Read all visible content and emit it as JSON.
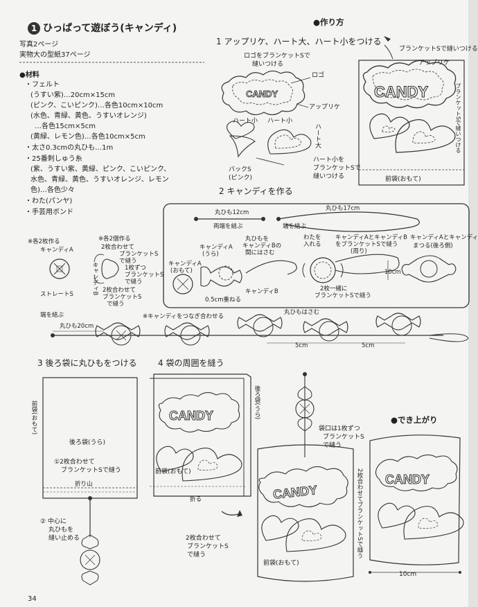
{
  "header": {
    "number": "1",
    "title": "ひっぱって遊ぼう(キャンディ)",
    "photo_ref": "写真2ページ",
    "pattern_ref": "実物大の型紙37ページ"
  },
  "materials": {
    "heading": "●材料",
    "lines": [
      "・フェルト",
      "(うすい紫)…20cm×15cm",
      "(ピンク、こいピンク)…各色10cm×10cm",
      "(水色、青緑、黄色、うすいオレンジ)",
      "…各色15cm×5cm",
      "(黄緑、レモン色)…各色10cm×5cm",
      "・太さ0.3cmの丸ひも…1m",
      "・25番刺しゅう糸",
      "(紫、うすい紫、黄緑、ピンク、こいピンク、",
      "水色、青緑、黄色、うすいオレンジ、レモン",
      "色)…各色少々",
      "・わた(パンヤ)",
      "・手芸用ボンド"
    ]
  },
  "howto": {
    "heading": "●作り方",
    "step1": "1 アップリケ、ハート大、ハート小をつける",
    "step2": "2 キャンディを作る",
    "step3": "3 後ろ袋に丸ひもをつける",
    "step4": "4 袋の周囲を縫う",
    "finish": "●でき上がり"
  },
  "step1_labels": {
    "logo_note_1": "ロゴをブランケットSで",
    "logo_note_2": "縫いつける",
    "logo": "ロゴ",
    "applique": "アップリケ",
    "heart_small_1": "ハート小",
    "heart_small_2": "ハート小",
    "heart_large": "ハート大",
    "back_s": "バックS",
    "back_s_color": "(ピンク)",
    "heart_small_note_1": "ハート小を",
    "heart_small_note_2": "ブランケットSで",
    "heart_small_note_3": "縫いつける",
    "blanket_note": "ブランケットSで縫いつける",
    "applique2": "アップリケ",
    "blanket_vertical": "ブランケットSで縫いつける",
    "front_bag": "前袋(おもて)",
    "logo_text": "CANDY"
  },
  "step2_labels": {
    "cord12": "丸ひも12cm",
    "tie_both": "両端を結ぶ",
    "cord17": "丸ひも17cm",
    "tie_end": "端を結ぶ",
    "candyA_back": "キャンディA",
    "candyA_back_2": "(おもて)",
    "candyA_ura": "キャンディA",
    "candyA_ura_2": "(うら)",
    "cord_between_1": "丸ひもを",
    "cord_between_2": "キャンディBの",
    "cord_between_3": "間にはさむ",
    "overlap": "0.5cm重ねる",
    "candyB": "キャンディB",
    "stuff_1": "わたを",
    "stuff_2": "入れる",
    "sew_AB_1": "キャンディAとキャンディB",
    "sew_AB_2": "をブランケットSで縫う",
    "sew_AB_3": "(周り)",
    "two_layers_1": "2枚一緒に",
    "two_layers_2": "ブランケットSで縫う",
    "ten_cm": "10cm",
    "wrap_1": "キャンディAとキャンディBを",
    "wrap_2": "まつる(後ろ側)"
  },
  "left_labels": {
    "note_two_each": "※各2枚作る",
    "candyA": "キャンディA",
    "straight": "ストレートS",
    "note_two_each_2": "※各2個作る",
    "stack_1": "2枚合わせて",
    "stack_2": "ブランケットS",
    "stack_3": "で縫う",
    "one_each_1": "1枚ずつ",
    "one_each_2": "ブランケットS",
    "one_each_3": "で縫う",
    "candyB_label": "キャンディB",
    "stack2_1": "2枚合わせて",
    "stack2_2": "ブランケットS",
    "stack2_3": "で縫う"
  },
  "chain_labels": {
    "tie_end": "端を結ぶ",
    "cord20": "丸ひも20cm",
    "connect_note": "※キャンディをつなぎ合わせる",
    "clip_cord": "丸ひもはさむ",
    "five_cm_1": "5cm",
    "five_cm_2": "5cm"
  },
  "step3_labels": {
    "front_bag_side": "前袋(おもて)",
    "back_bag": "後ろ袋(うら)",
    "note1_1": "①2枚合わせて",
    "note1_2": "ブランケットSで縫う",
    "fold": "折り山",
    "note2_1": "② 中心に",
    "note2_2": "丸ひもを",
    "note2_3": "縫い止める"
  },
  "step4_labels": {
    "back_bag": "後ろ袋(うら)",
    "front_bag": "前袋(おもて)",
    "fold": "折る",
    "mouth_1": "袋口は1枚ずつ",
    "mouth_2": "ブランケットS",
    "mouth_3": "で縫う",
    "two_1": "2枚合わせて",
    "two_2": "ブランケットS",
    "two_3": "で縫う",
    "vertical": "2枚合わせてブランケットSで縫う",
    "front_bag2": "前袋(おもて)"
  },
  "finish_labels": {
    "width": "10cm"
  },
  "page_number": "34"
}
